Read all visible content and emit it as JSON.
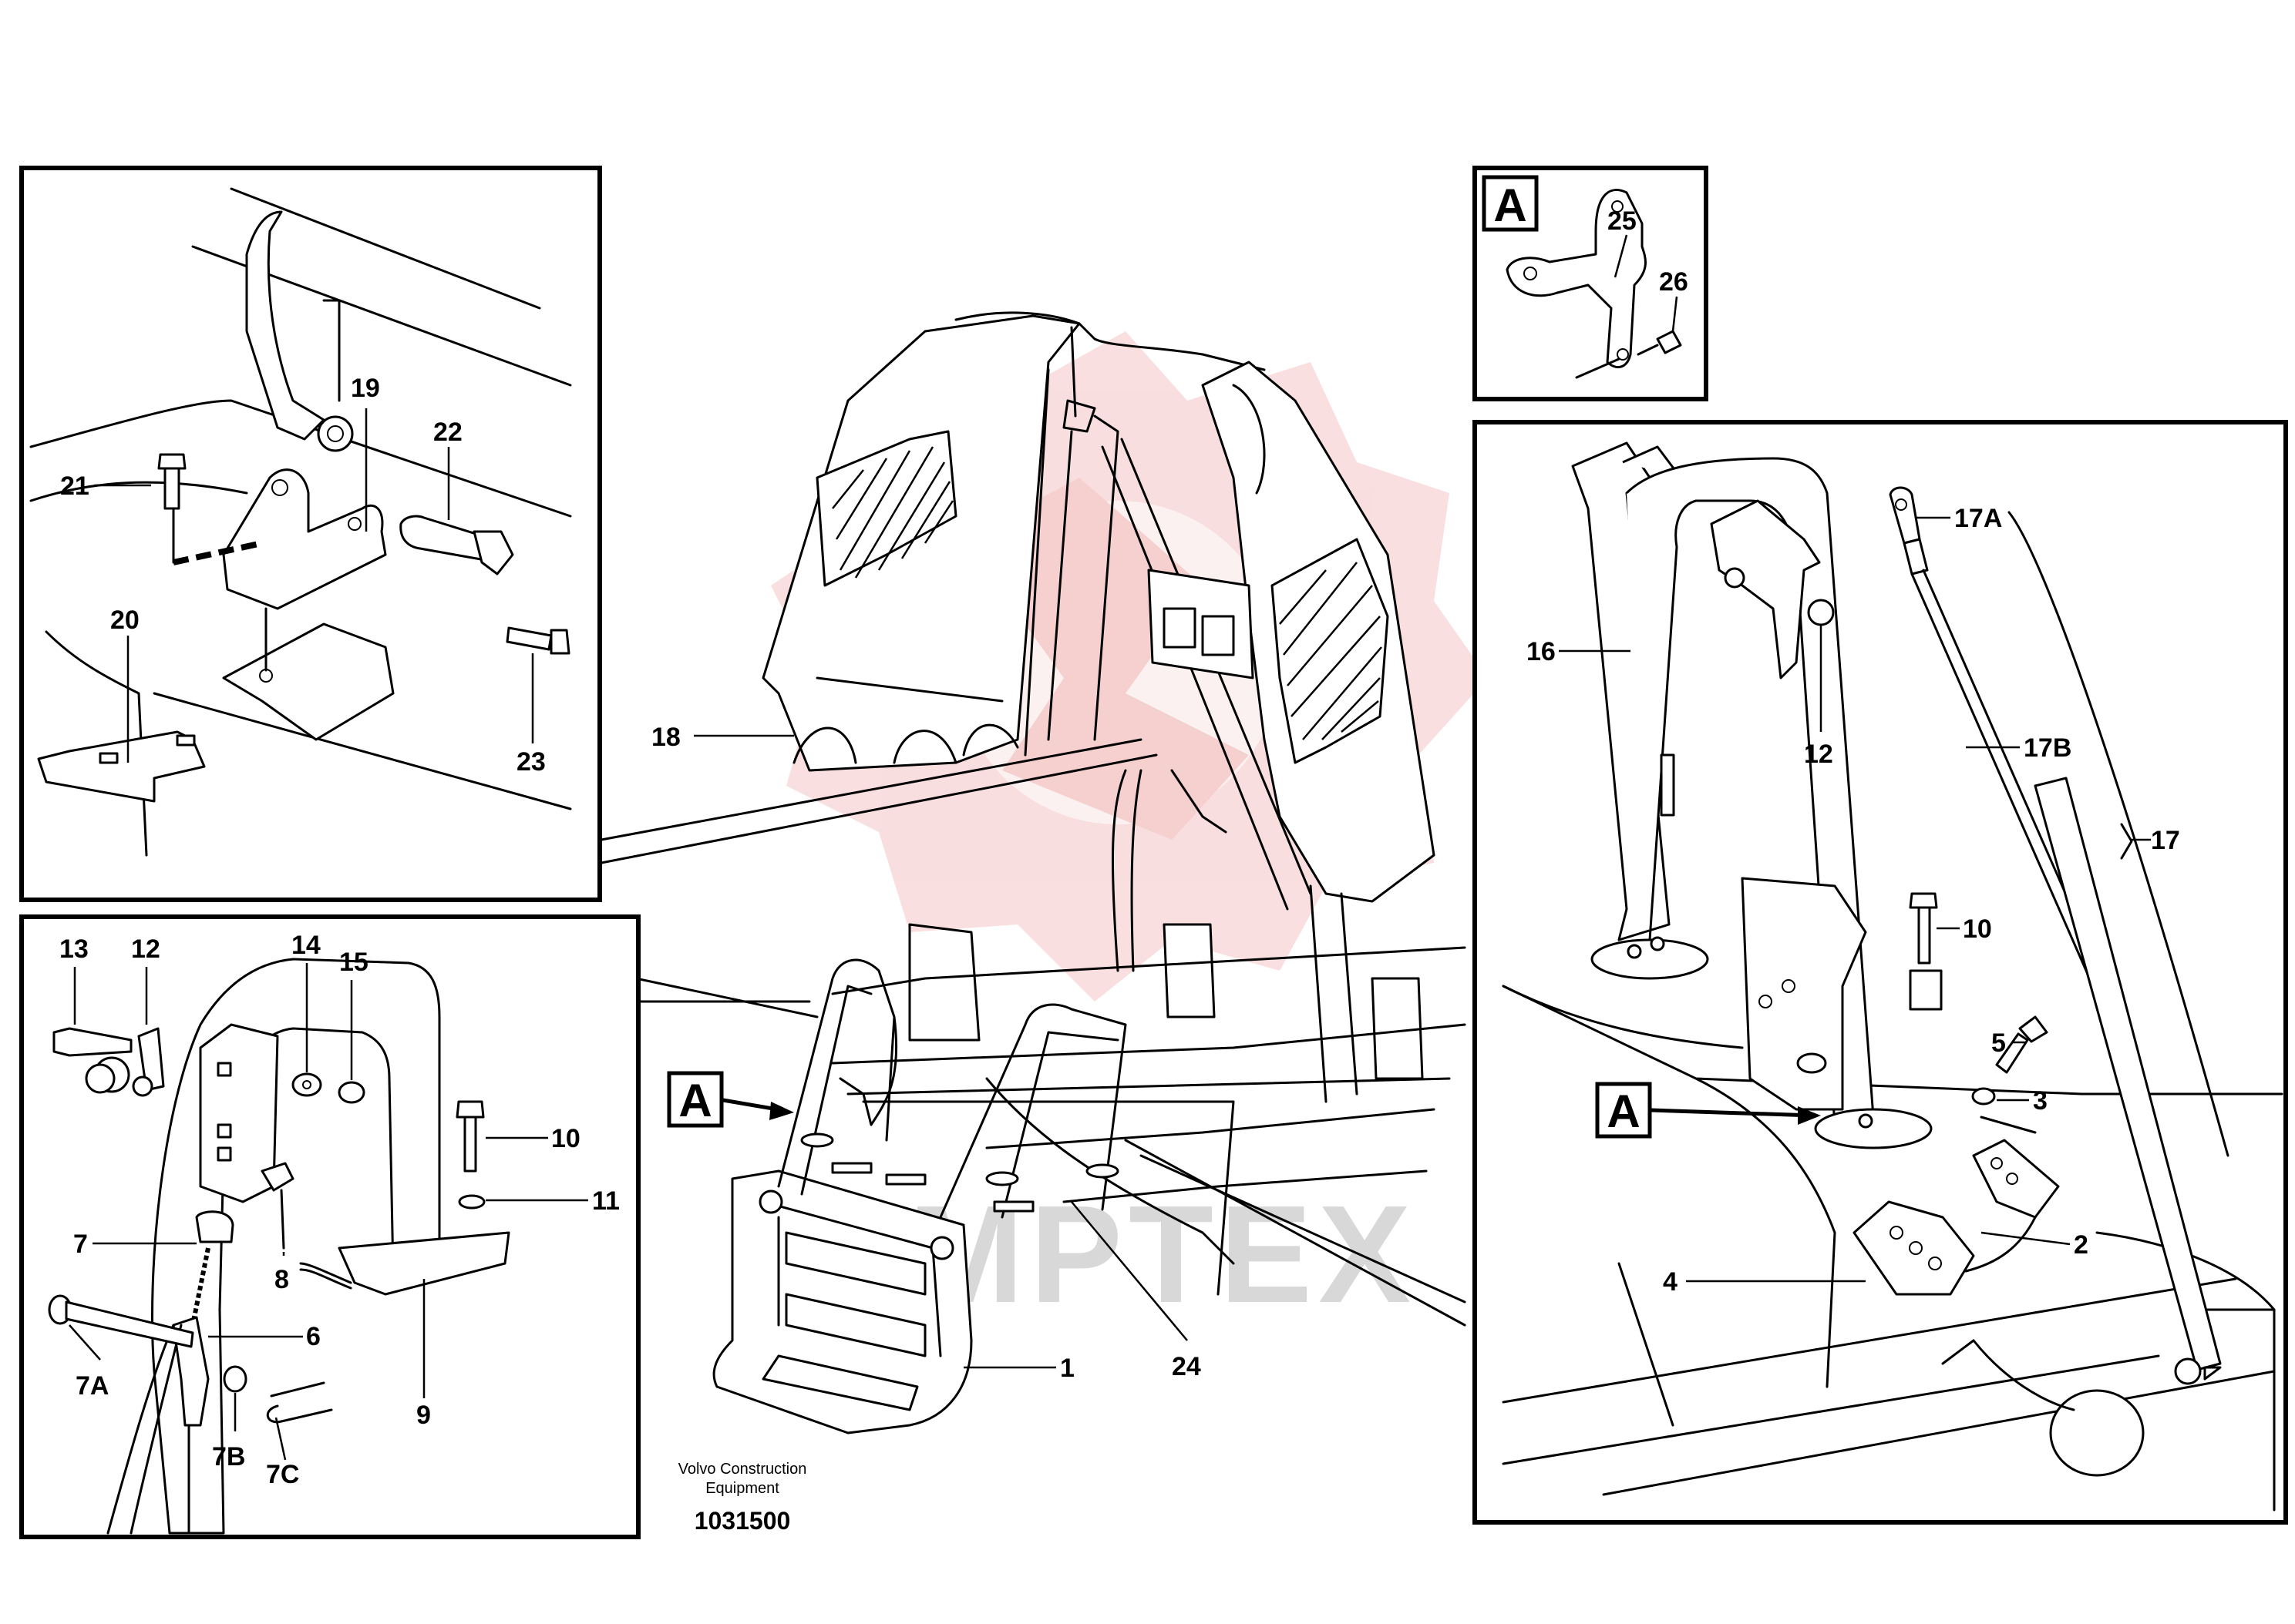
{
  "watermark": {
    "text": "IMPTEX",
    "logo_color": "#f2b8b8",
    "text_color": "#d8d8d8"
  },
  "detail_boxes": {
    "view_a_letter": "A",
    "main_view_a_letter": "A",
    "step_view_a_letter": "A"
  },
  "callouts": {
    "c1": "1",
    "c2": "2",
    "c3": "3",
    "c4": "4",
    "c5": "5",
    "c6": "6",
    "c7": "7",
    "c7a": "7A",
    "c7b": "7B",
    "c7c": "7C",
    "c8": "8",
    "c9": "9",
    "c10_left": "10",
    "c10_right": "10",
    "c11": "11",
    "c12_left": "12",
    "c12_right": "12",
    "c13": "13",
    "c14": "14",
    "c15": "15",
    "c16": "16",
    "c17": "17",
    "c17a": "17A",
    "c17b": "17B",
    "c18": "18",
    "c19": "19",
    "c20": "20",
    "c21": "21",
    "c22": "22",
    "c23": "23",
    "c24": "24",
    "c25": "25",
    "c26": "26"
  },
  "footer": {
    "company_line1": "Volvo Construction",
    "company_line2": "Equipment",
    "drawing_number": "1031500"
  }
}
